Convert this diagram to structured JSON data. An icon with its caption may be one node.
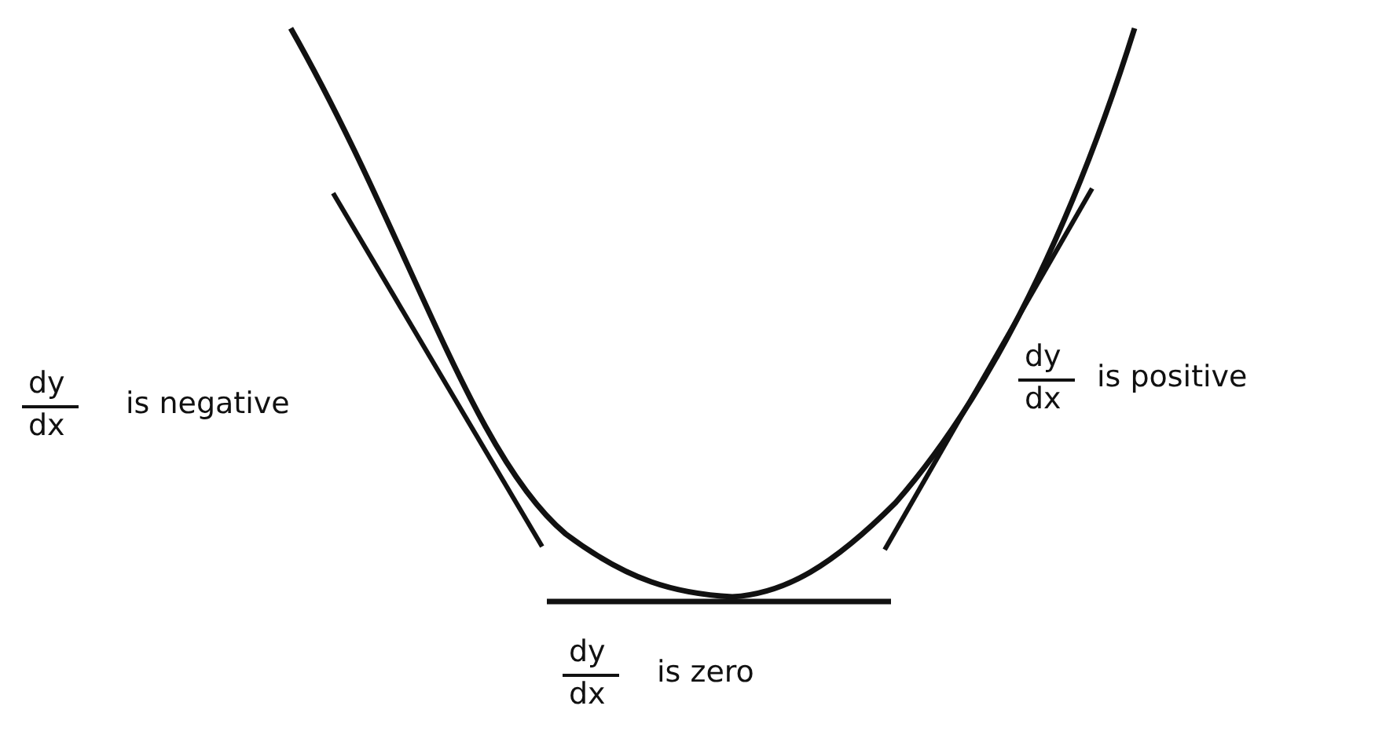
{
  "diagram": {
    "labels": [
      "dy",
      "dx",
      "is negative",
      "dy",
      "dx",
      "is positive",
      "dy",
      "dx",
      "is zero"
    ]
  }
}
